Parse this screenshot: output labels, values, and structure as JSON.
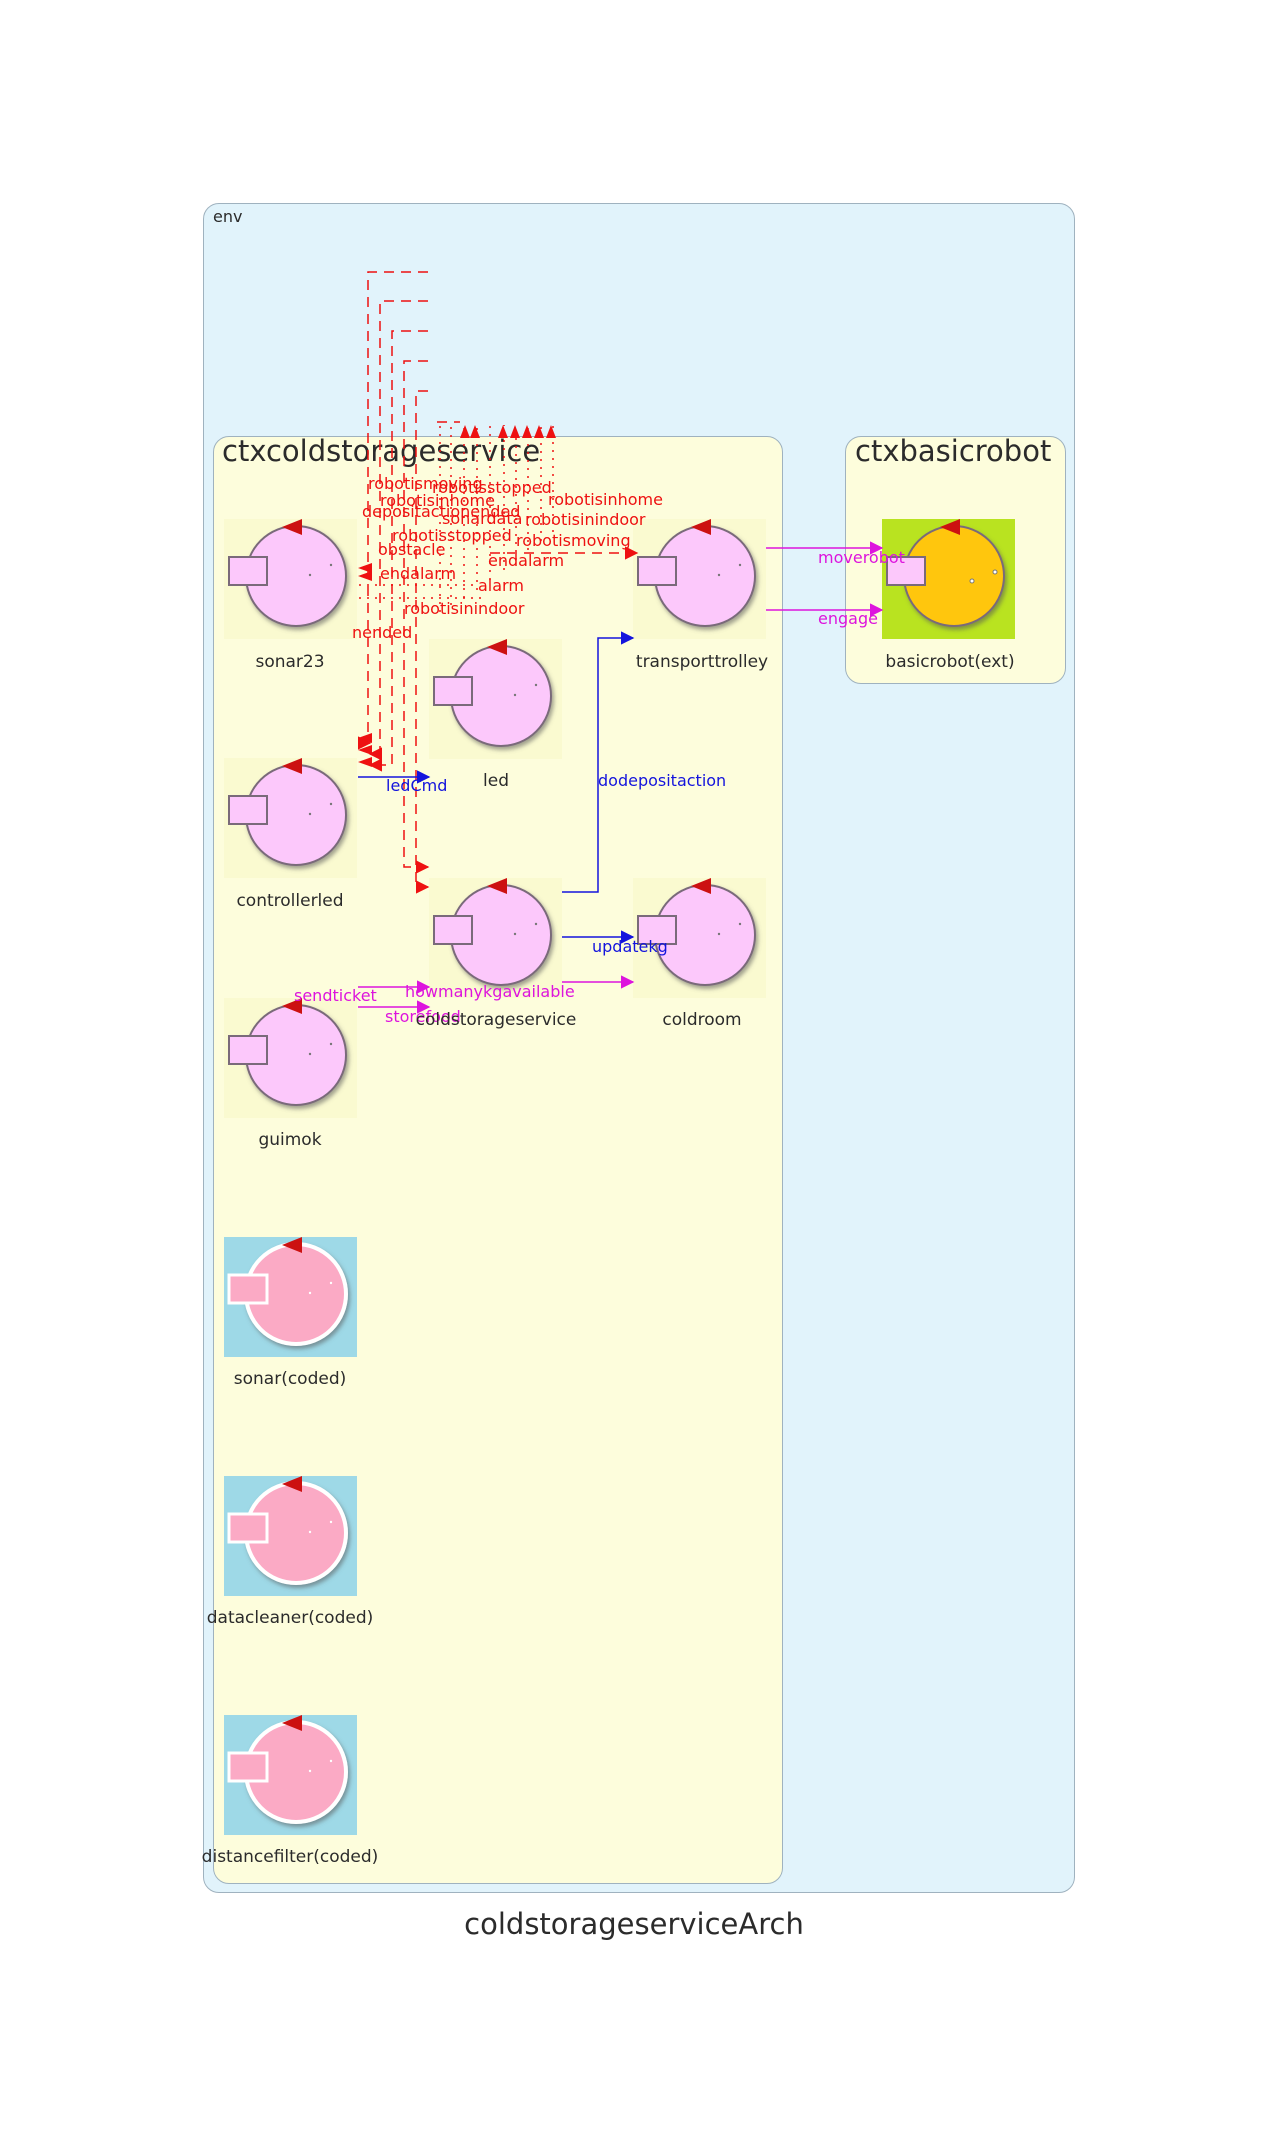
{
  "diagram": {
    "title": "coldstorageserviceArch",
    "env_label": "env",
    "contexts": {
      "coldstorage": "ctxcoldstorageservice",
      "basicrobot": "ctxbasicrobot"
    },
    "actors": {
      "sonar23": "sonar23",
      "transporttrolley": "transporttrolley",
      "basicrobot": "basicrobot(ext)",
      "led": "led",
      "controllerled": "controllerled",
      "coldstorageservice": "coldstorageservice",
      "coldroom": "coldroom",
      "guimok": "guimok",
      "sonar_coded": "sonar(coded)",
      "datacleaner_coded": "datacleaner(coded)",
      "distancefilter_coded": "distancefilter(coded)"
    },
    "messages": {
      "robotismoving": "robotismoving",
      "robotisstopped": "robotisstopped",
      "robotisinhome": "robotisinhome",
      "robotisinhome_2": "robotisinhome",
      "depositactionended": "depositactionended",
      "sonardata": "sonardata",
      "robotisinindoor": "robotisinindoor",
      "obstacle": "obstacle",
      "robotisstopped_2": "robotisstopped",
      "endalarm": "endalarm",
      "robotismoving_2": "robotismoving",
      "endalarm_2": "endalarm",
      "alarm": "alarm",
      "robotisinindoor_2": "robotisinindoor",
      "ended": "nended",
      "moverobot": "moverobot",
      "engage": "engage",
      "ledCmd": "ledCmd",
      "dodepositaction": "dodepositaction",
      "updatekg": "updatekg",
      "sendticket": "sendticket",
      "howmanykgavailable": "howmanykgavailable",
      "storefood": "storefood"
    },
    "colors": {
      "env_bg": "#e1f3fb",
      "context_bg": "#fdfddc",
      "actor_fill": "#fcc8fb",
      "coded_fill": "#fbaac5",
      "coded_bg": "#9ed9e7",
      "external_fill": "#ffc60a",
      "external_bg": "#b9e320",
      "event": "#ee1111",
      "dispatch": "#1414dd",
      "request": "#dd14dd"
    },
    "icons": [
      "actor-icon",
      "coded-actor-icon",
      "external-actor-icon"
    ]
  }
}
